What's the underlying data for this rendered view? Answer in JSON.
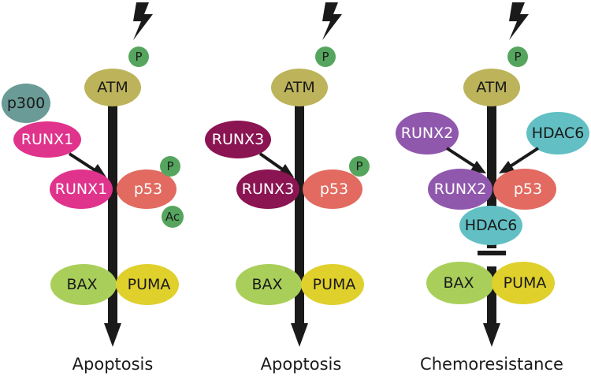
{
  "colors": {
    "atm": "#bdb35a",
    "phospho": "#55a55e",
    "p300": "#6a9b96",
    "runx1": "#e0338c",
    "runx3": "#8b1452",
    "runx2": "#9058ad",
    "p53": "#e26a60",
    "hdac6": "#62bfc3",
    "bax": "#a9cf5a",
    "puma": "#e0d02c",
    "arrow": "#1a1a1a"
  },
  "icons": [
    "lightning-bolt-icon"
  ],
  "panels": [
    {
      "nodes": {
        "atm": "ATM",
        "phospho_atm": "P",
        "p300": "p300",
        "runx_input": "RUNX1",
        "runx_complex": "RUNX1",
        "p53": "p53",
        "phospho_p53": "P",
        "acetyl_p53": "Ac",
        "bax": "BAX",
        "puma": "PUMA"
      },
      "outcome": "Apoptosis"
    },
    {
      "nodes": {
        "atm": "ATM",
        "phospho_atm": "P",
        "runx_input": "RUNX3",
        "runx_complex": "RUNX3",
        "p53": "p53",
        "phospho_p53": "P",
        "bax": "BAX",
        "puma": "PUMA"
      },
      "outcome": "Apoptosis"
    },
    {
      "nodes": {
        "atm": "ATM",
        "phospho_atm": "P",
        "runx_input": "RUNX2",
        "hdac6_input": "HDAC6",
        "runx_complex": "RUNX2",
        "p53": "p53",
        "hdac6_complex": "HDAC6",
        "bax": "BAX",
        "puma": "PUMA"
      },
      "outcome": "Chemoresistance"
    }
  ]
}
